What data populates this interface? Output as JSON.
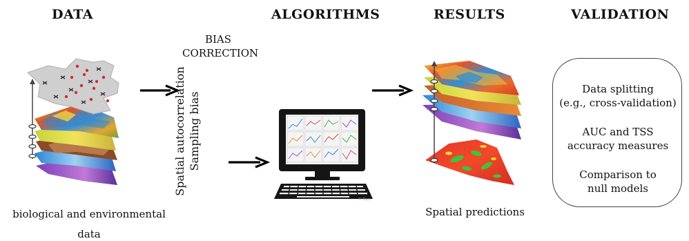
{
  "headers": {
    "data": "DATA",
    "algorithms": "ALGORITHMS",
    "results": "RESULTS",
    "validation": "VALIDATION"
  },
  "bias": {
    "title_line1": "BIAS",
    "title_line2": "CORRECTION",
    "item1": "Spatial autocorrelation",
    "item2": "Sampling bias"
  },
  "captions": {
    "data_line1": "biological and environmental",
    "data_line2": "data",
    "results": "Spatial predictions"
  },
  "validation": {
    "item1_line1": "Data splitting",
    "item1_line2": "(e.g., cross-validation)",
    "item2_line1": "AUC and TSS",
    "item2_line2": "accuracy measures",
    "item3_line1": "Comparison to",
    "item3_line2": "null models"
  },
  "computer": {
    "watermark": "© Dun"
  }
}
